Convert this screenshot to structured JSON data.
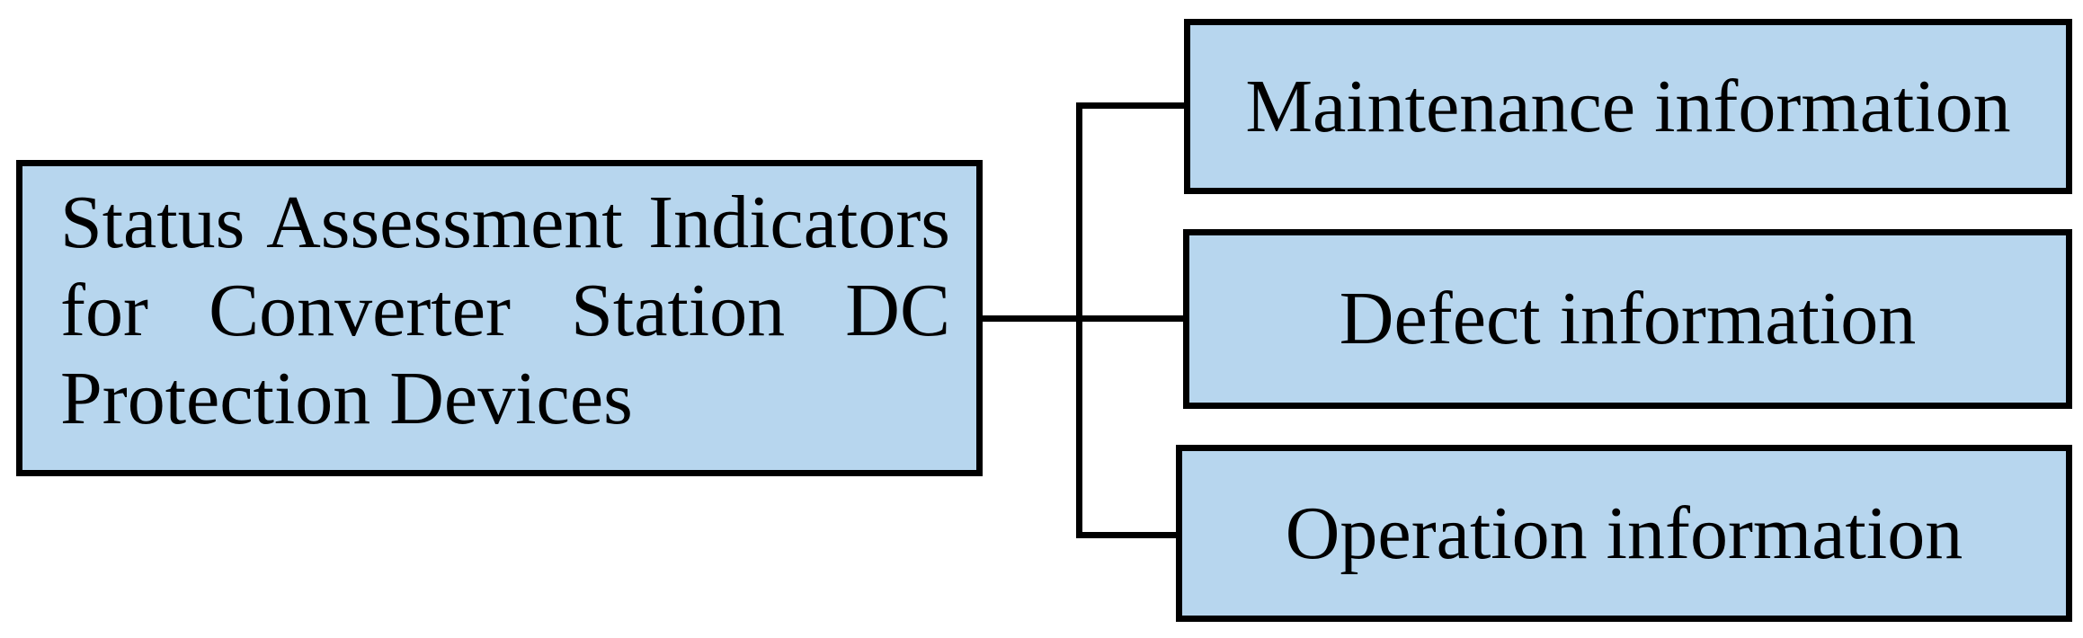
{
  "diagram": {
    "background_color": "#FFFFFF",
    "box_fill_color": "#B7D6EE",
    "box_border_color": "#000000",
    "connector_color": "#000000",
    "text_color": "#000000",
    "root": {
      "label": "Status Assessment Indicators for Converter Station DC Protection Devices"
    },
    "children": [
      {
        "id": "maintenance",
        "label": "Maintenance information"
      },
      {
        "id": "defect",
        "label": "Defect information"
      },
      {
        "id": "operation",
        "label": "Operation information"
      }
    ]
  }
}
